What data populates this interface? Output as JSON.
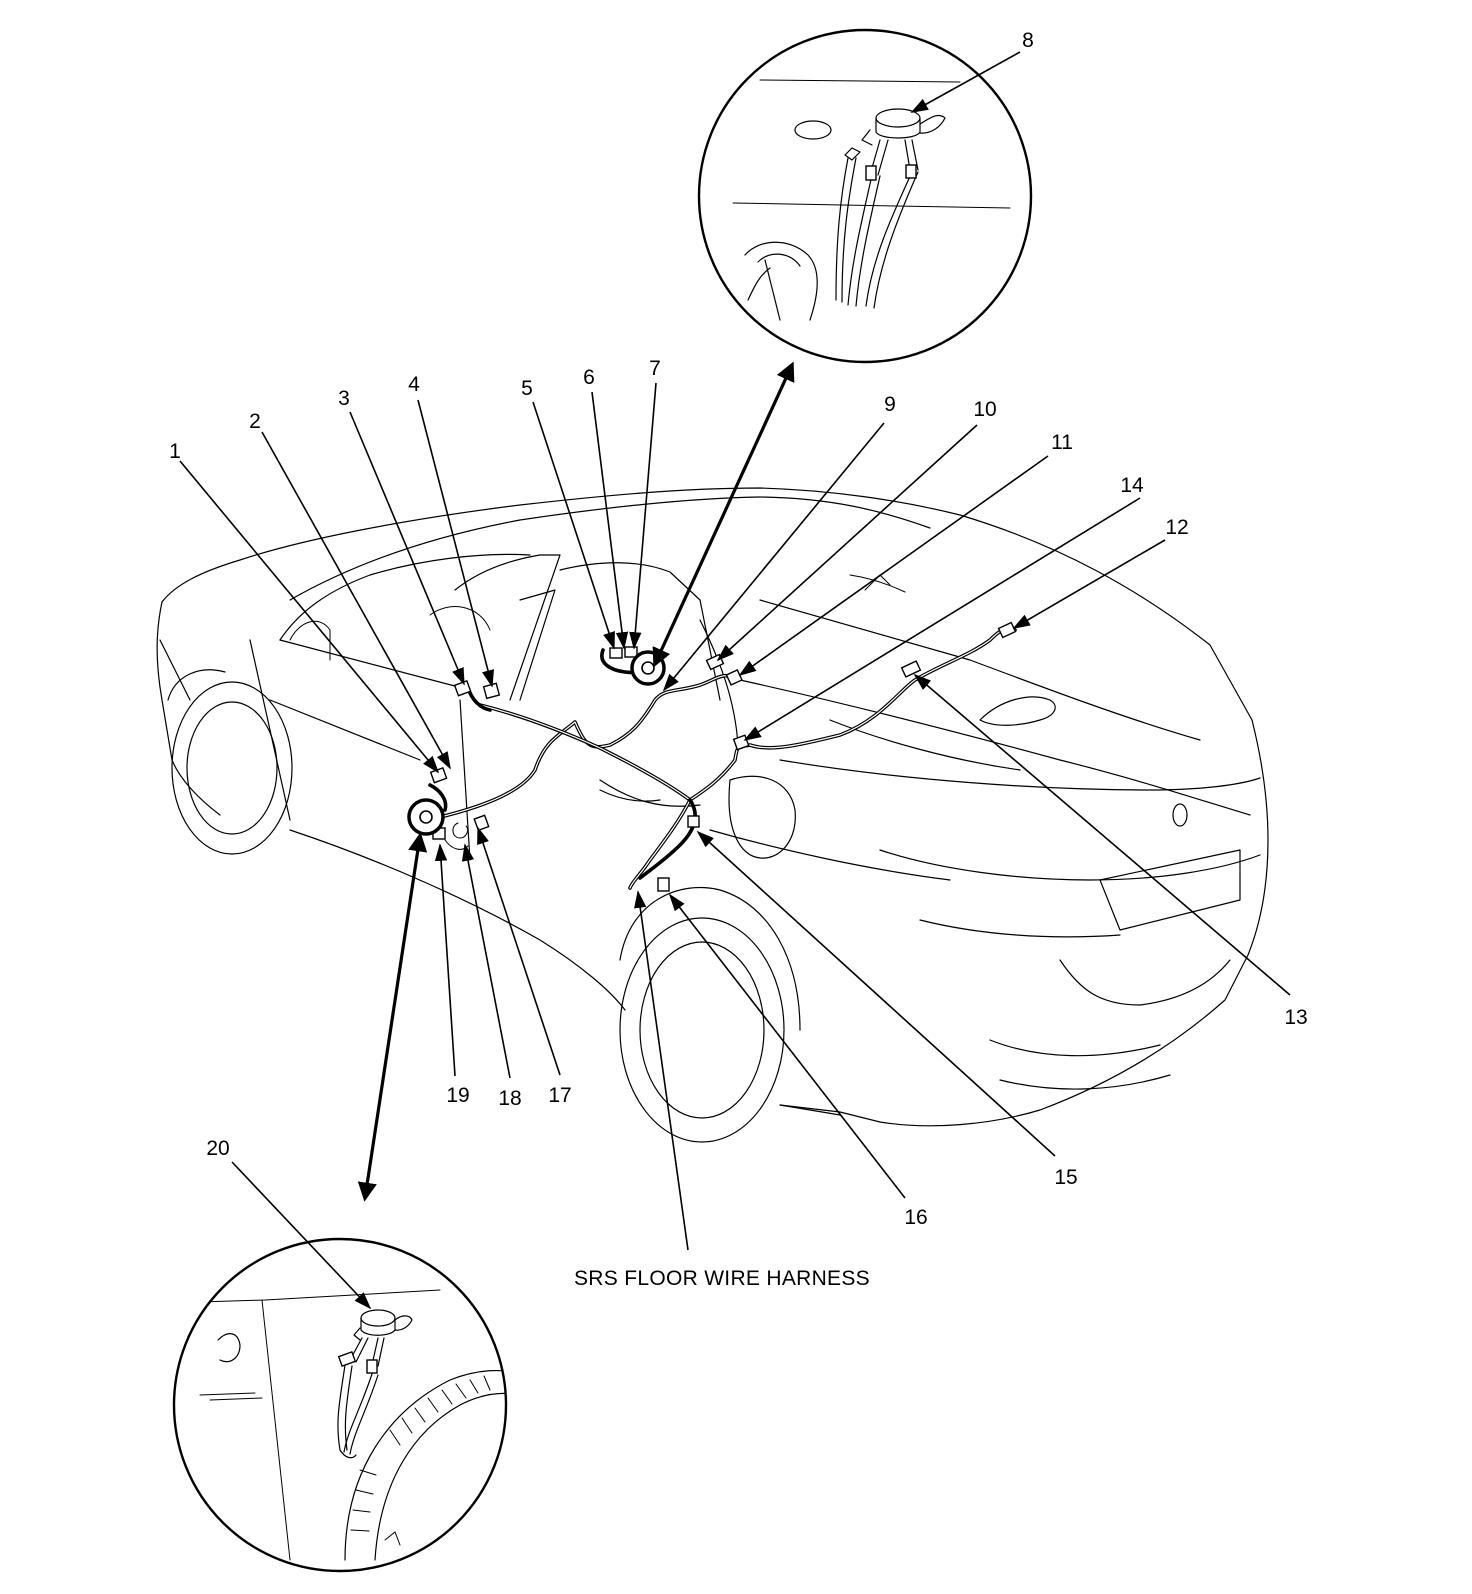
{
  "callouts": {
    "c1": "1",
    "c2": "2",
    "c3": "3",
    "c4": "4",
    "c5": "5",
    "c6": "6",
    "c7": "7",
    "c8": "8",
    "c9": "9",
    "c10": "10",
    "c11": "11",
    "c12": "12",
    "c13": "13",
    "c14": "14",
    "c15": "15",
    "c16": "16",
    "c17": "17",
    "c18": "18",
    "c19": "19",
    "c20": "20"
  },
  "harness_label": "SRS FLOOR WIRE HARNESS",
  "colors": {
    "line": "#000000",
    "background": "#ffffff"
  }
}
